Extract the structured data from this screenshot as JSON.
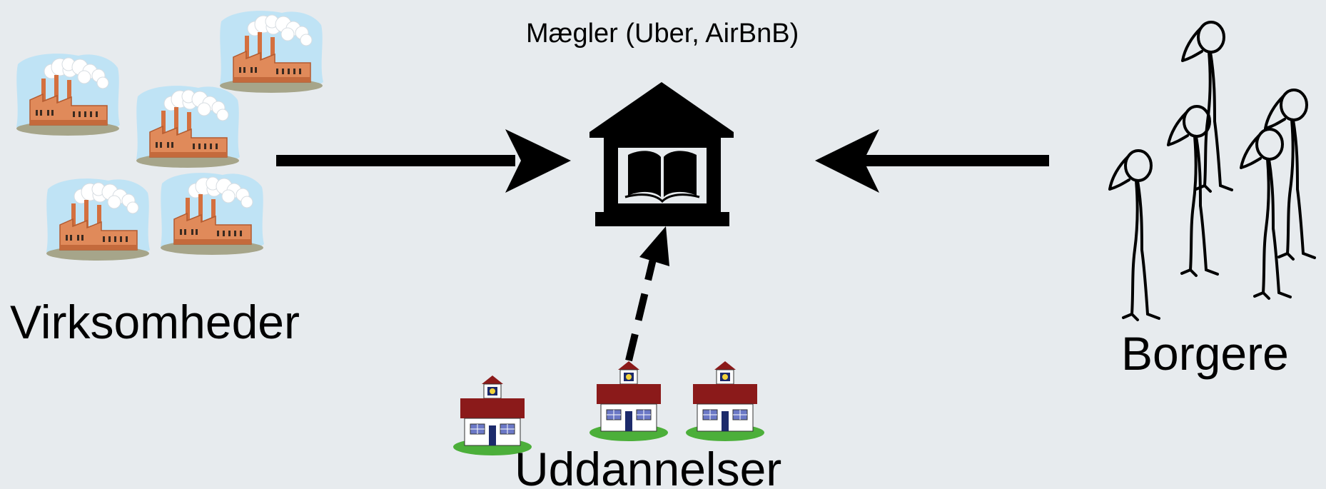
{
  "diagram": {
    "broker_label": "Mægler (Uber, AirBnB)",
    "companies_label": "Virksomheder",
    "citizens_label": "Borgere",
    "education_label": "Uddannelser"
  },
  "icons": {
    "broker": "bank-book-icon",
    "companies": "factory-icon",
    "citizens": "stick-figure-person-icon",
    "education": "schoolhouse-icon"
  },
  "colors": {
    "background": "#e7ebee",
    "arrow": "#000000",
    "school_roof": "#8b1a1a",
    "school_grass": "#4caf3a",
    "factory_building": "#e08a5a",
    "factory_sky": "#bfe3f5"
  }
}
